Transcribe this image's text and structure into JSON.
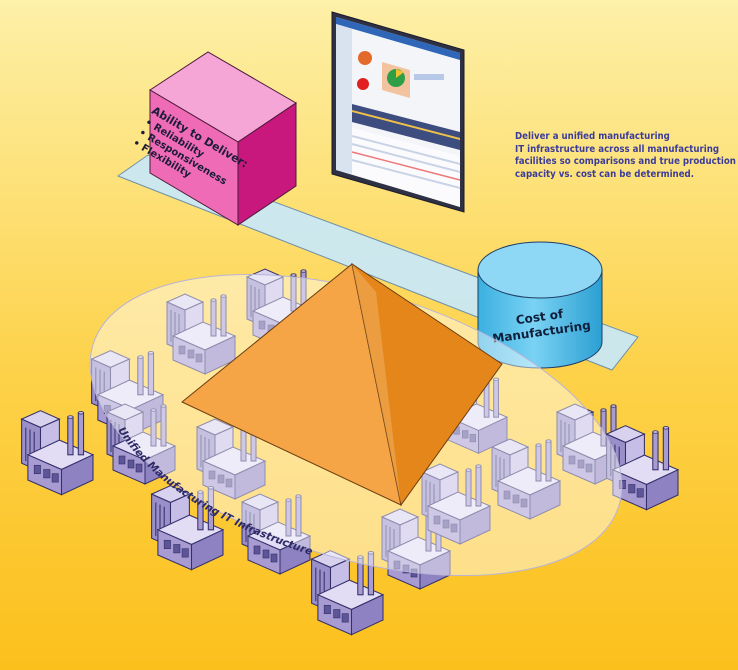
{
  "diagram": {
    "ability_box": {
      "title": "Ability to Deliver:",
      "bullets": [
        "• Reliability",
        "• Responsiveness",
        "• Flexibility"
      ]
    },
    "cylinder": {
      "line1": "Cost of",
      "line2": "Manufacturing"
    },
    "ring_label": "Unified Manufacturing IT Infrastructure",
    "caption": [
      "Deliver a unified manufacturing",
      "IT infrastructure across all manufacturing",
      "facilities so comparisons and true production",
      "capacity vs. cost can be determined."
    ],
    "colors": {
      "background_top": "#FDEFA2",
      "background_bottom": "#FDC21D",
      "platform": "#C8E6F2",
      "box_front": "#F06BB5",
      "box_side": "#C8187E",
      "box_top": "#F6A6D6",
      "cylinder": "#55C2EE",
      "pyramid_left": "#F5A546",
      "pyramid_right": "#E5861A",
      "factory": "#A79BD1",
      "caption_text": "#3C3C9A"
    },
    "icons": [
      "factory-icon",
      "dashboard-screen-icon",
      "database-cylinder-icon",
      "pyramid-icon"
    ]
  }
}
